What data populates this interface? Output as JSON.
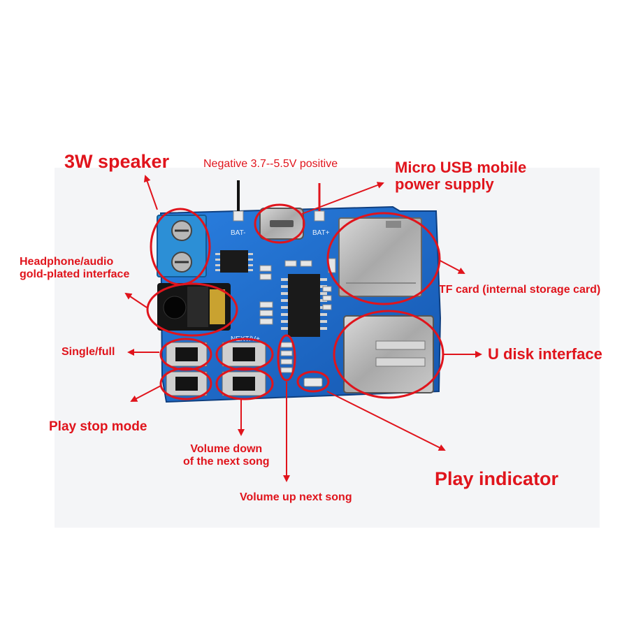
{
  "labels": {
    "speaker": "3W speaker",
    "battery": "Negative 3.7--5.5V positive",
    "usb_power_line1": "Micro USB mobile",
    "usb_power_line2": "power supply",
    "headphone_line1": "Headphone/audio",
    "headphone_line2": "gold-plated interface",
    "tf_card": "TF card (internal storage card)",
    "single_full": "Single/full",
    "u_disk": "U disk interface",
    "play_stop": "Play stop mode",
    "vol_down_line1": "Volume down",
    "vol_down_line2": "of the next song",
    "play_indicator": "Play indicator",
    "vol_up": "Volume up next song"
  },
  "silkscreen": {
    "bat_neg": "BAT-",
    "bat_pos": "BAT+",
    "next_vol": "NEXT/V+"
  },
  "colors": {
    "annotation": "#e0141c",
    "board": "#1f6fd0",
    "board_dark": "#14509c",
    "terminal": "#2c8fd6"
  }
}
